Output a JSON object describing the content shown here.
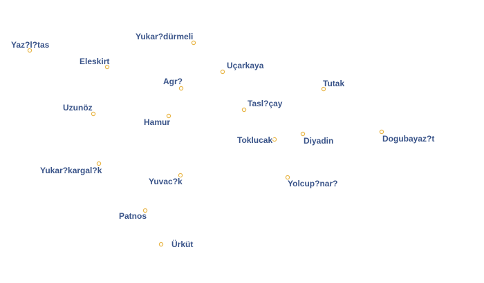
{
  "map": {
    "colors": {
      "label_fill": "#3a5489",
      "label_halo": "#ffffff",
      "marker_stroke": "#e8b446",
      "marker_fill": "#fffdf4"
    },
    "places": [
      {
        "name": "Yaz?l?tas"
      },
      {
        "name": "Yukar?dürmeli"
      },
      {
        "name": "Eleskirt"
      },
      {
        "name": "Uçarkaya"
      },
      {
        "name": "Agr?"
      },
      {
        "name": "Tutak"
      },
      {
        "name": "Uzunöz"
      },
      {
        "name": "Tasl?çay"
      },
      {
        "name": "Hamur"
      },
      {
        "name": "Toklucak"
      },
      {
        "name": "Diyadin"
      },
      {
        "name": "Dogubayaz?t"
      },
      {
        "name": "Yukar?kargal?k"
      },
      {
        "name": "Yuvac?k"
      },
      {
        "name": "Yolcup?nar?"
      },
      {
        "name": "Patnos"
      },
      {
        "name": "Ürküt"
      }
    ]
  }
}
